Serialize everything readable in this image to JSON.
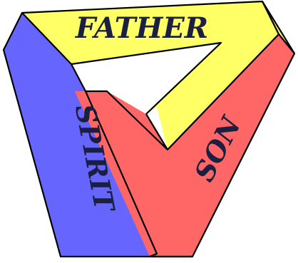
{
  "labels": {
    "top": "FATHER",
    "left": "SPIRIT",
    "right": "SON"
  },
  "colors": {
    "top_arm": "#ffff66",
    "left_arm": "#6666ff",
    "right_arm": "#ff6666",
    "text": "#1c2040",
    "outline": "#000000",
    "background": "#ffffff"
  }
}
